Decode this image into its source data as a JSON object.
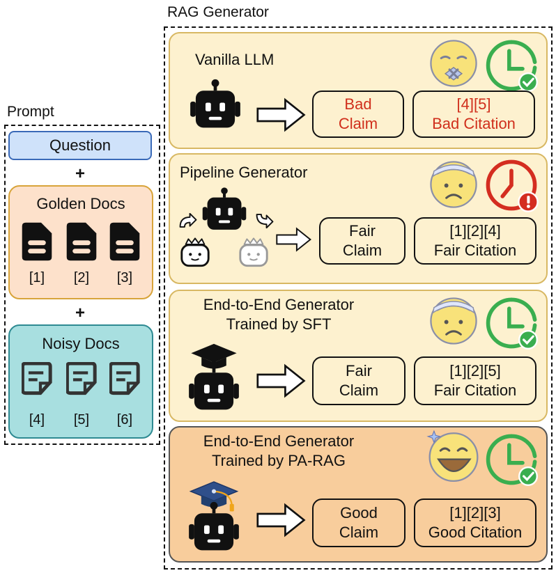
{
  "rag_title": "RAG Generator",
  "prompt": {
    "title": "Prompt",
    "question": "Question",
    "plus1": "+",
    "plus2": "+",
    "golden": {
      "title": "Golden Docs",
      "labels": [
        "[1]",
        "[2]",
        "[3]"
      ]
    },
    "noisy": {
      "title": "Noisy Docs",
      "labels": [
        "[4]",
        "[5]",
        "[6]"
      ]
    }
  },
  "panels": [
    {
      "title1": "Vanilla LLM",
      "claim1": "Bad",
      "claim2": "Claim",
      "cite1": "[4][5]",
      "cite2": "Bad Citation"
    },
    {
      "title1": "Pipeline Generator",
      "claim1": "Fair",
      "claim2": "Claim",
      "cite1": "[1][2][4]",
      "cite2": "Fair Citation"
    },
    {
      "title1": "End-to-End Generator",
      "title2": "Trained by SFT",
      "claim1": "Fair",
      "claim2": "Claim",
      "cite1": "[1][2][5]",
      "cite2": "Fair Citation"
    },
    {
      "title1": "End-to-End Generator",
      "title2": "Trained by PA-RAG",
      "claim1": "Good",
      "claim2": "Claim",
      "cite1": "[1][2][3]",
      "cite2": "Good Citation"
    }
  ],
  "colors": {
    "question_bg": "#cfe2fa",
    "golden_bg": "#fde1cb",
    "noisy_bg": "#a8dfe0",
    "panel_bg": "#fdf1cf",
    "panel_best_bg": "#f8cd9c",
    "bad_text": "#d02f1c",
    "clock_ok": "#3aae4f",
    "clock_bad": "#d42d20"
  },
  "icons": [
    "robot-icon",
    "arrow-right-icon",
    "document-icon",
    "note-icon",
    "emoji-silenced-icon",
    "emoji-worried-icon",
    "emoji-happy-icon",
    "clock-check-icon",
    "clock-alert-icon",
    "graduation-cap-icon",
    "crown-face-icon"
  ]
}
